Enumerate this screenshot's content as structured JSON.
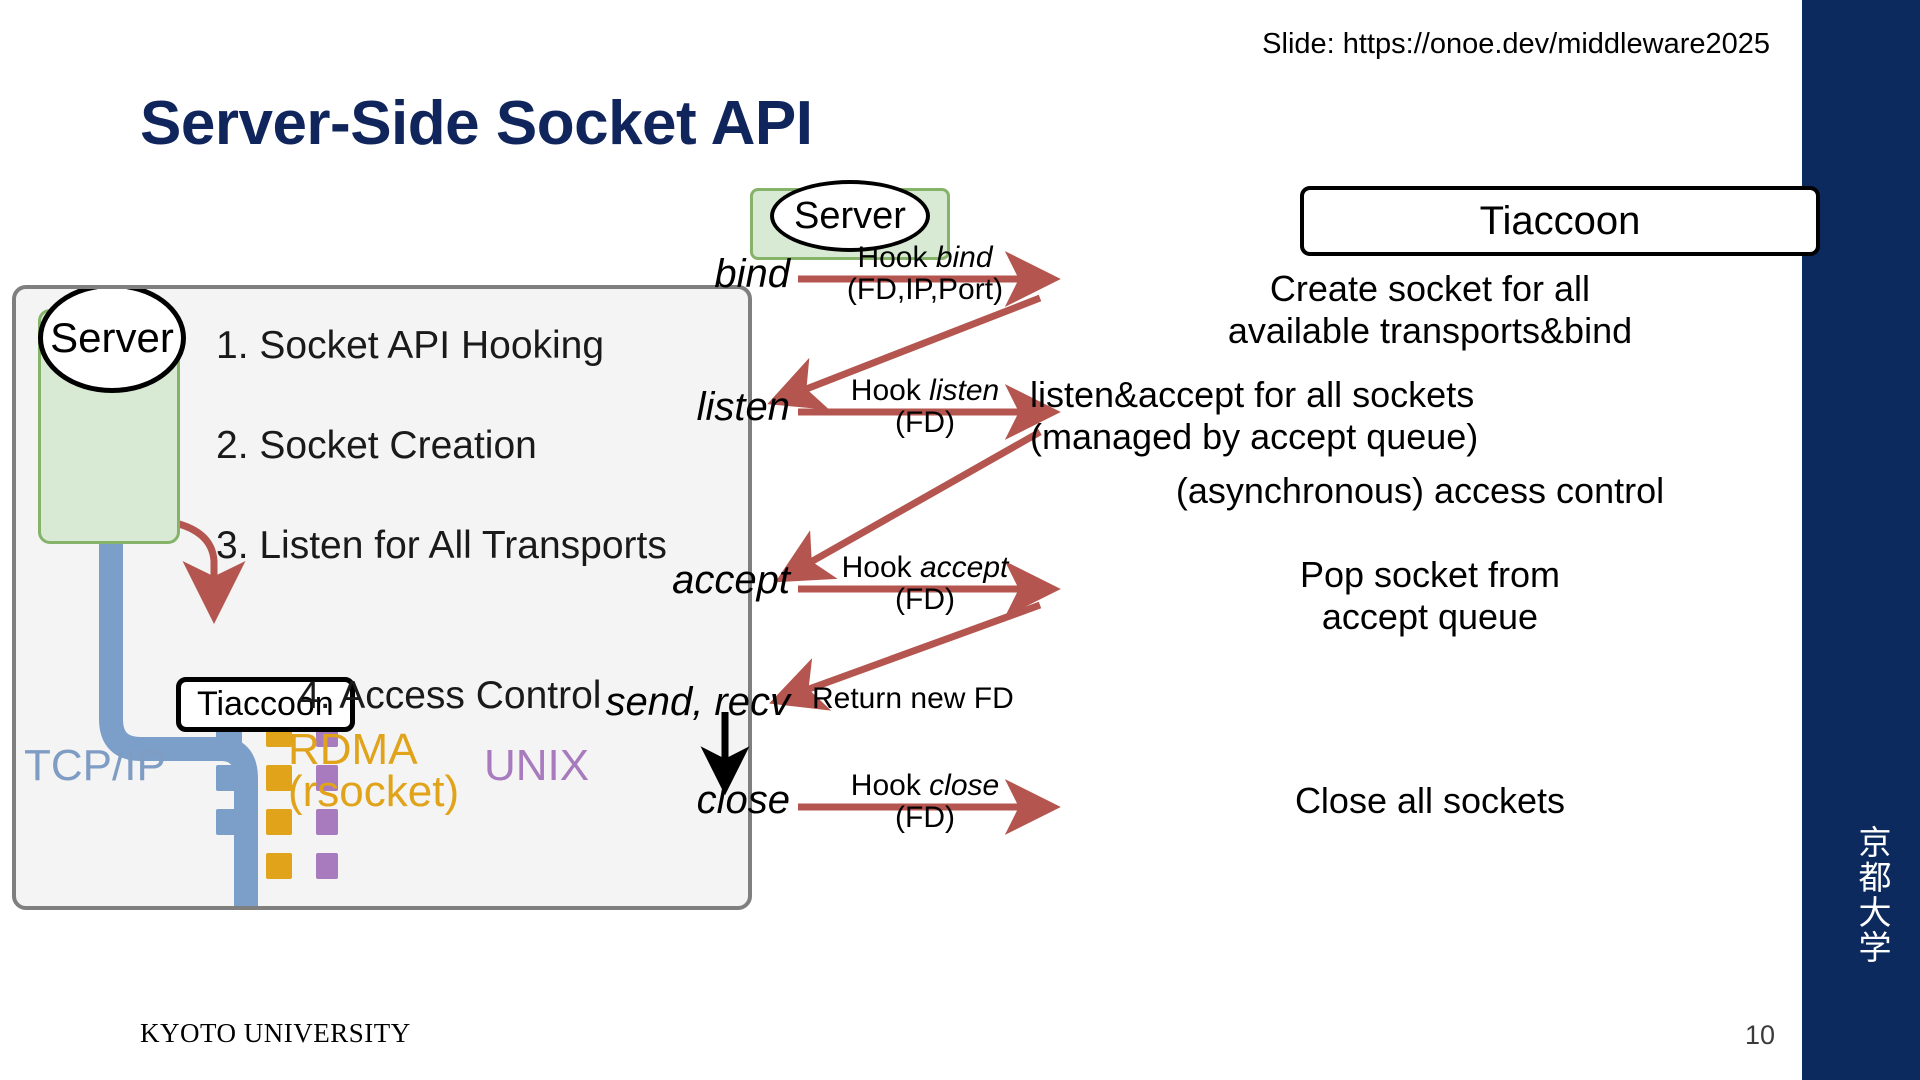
{
  "header": {
    "slide_link": "Slide: https://onoe.dev/middleware2025"
  },
  "title": "Server-Side Socket API",
  "colors": {
    "title_navy": "#10255c",
    "sidebar_navy": "#0d2a5e",
    "arrow_red": "#b4554f",
    "pipe_blue": "#7b9fc9",
    "green_fill": "#d8ead3",
    "green_stroke": "#86b36a",
    "panel_bg": "#f4f4f4",
    "panel_stroke": "#7f7f7f",
    "tcpip": "#7f9dc4",
    "rdma": "#e0a31a",
    "unix": "#a77bbd"
  },
  "left_panel": {
    "server_label": "Server",
    "tiaccoon_label": "Tiaccoon",
    "steps": [
      "1. Socket API Hooking",
      "2. Socket Creation",
      "3. Listen for All Transports"
    ],
    "access_control": "4. Access Control",
    "transports": {
      "tcpip": "TCP/IP",
      "rdma_line1": "RDMA",
      "rdma_line2": "(rsocket)",
      "unix": "UNIX"
    }
  },
  "sequence": {
    "actor_server": "Server",
    "actor_tiaccoon": "Tiaccoon",
    "rows": [
      {
        "call": "bind",
        "hook_prefix": "Hook ",
        "hook_name": "bind",
        "hook_args": "(FD,IP,Port)",
        "response": [
          "Create socket for all",
          "available transports&bind"
        ]
      },
      {
        "call": "listen",
        "hook_prefix": "Hook ",
        "hook_name": "listen",
        "hook_args": "(FD)",
        "response": [
          "listen&accept for all sockets",
          "(managed by accept queue)"
        ]
      },
      {
        "call": "accept",
        "hook_prefix": "Hook ",
        "hook_name": "accept",
        "hook_args": "(FD)",
        "response": [
          "Pop socket from",
          "accept queue"
        ]
      },
      {
        "call": "send, recv",
        "hook_prefix": "Return new FD",
        "hook_name": "",
        "hook_args": "",
        "response": []
      },
      {
        "call": "close",
        "hook_prefix": "Hook ",
        "hook_name": "close",
        "hook_args": "(FD)",
        "response": [
          "Close all sockets"
        ]
      }
    ],
    "async_note": "(asynchronous) access control"
  },
  "footer": {
    "university": "KYOTO UNIVERSITY",
    "university_jp": "京都大学",
    "page_number": "10"
  }
}
